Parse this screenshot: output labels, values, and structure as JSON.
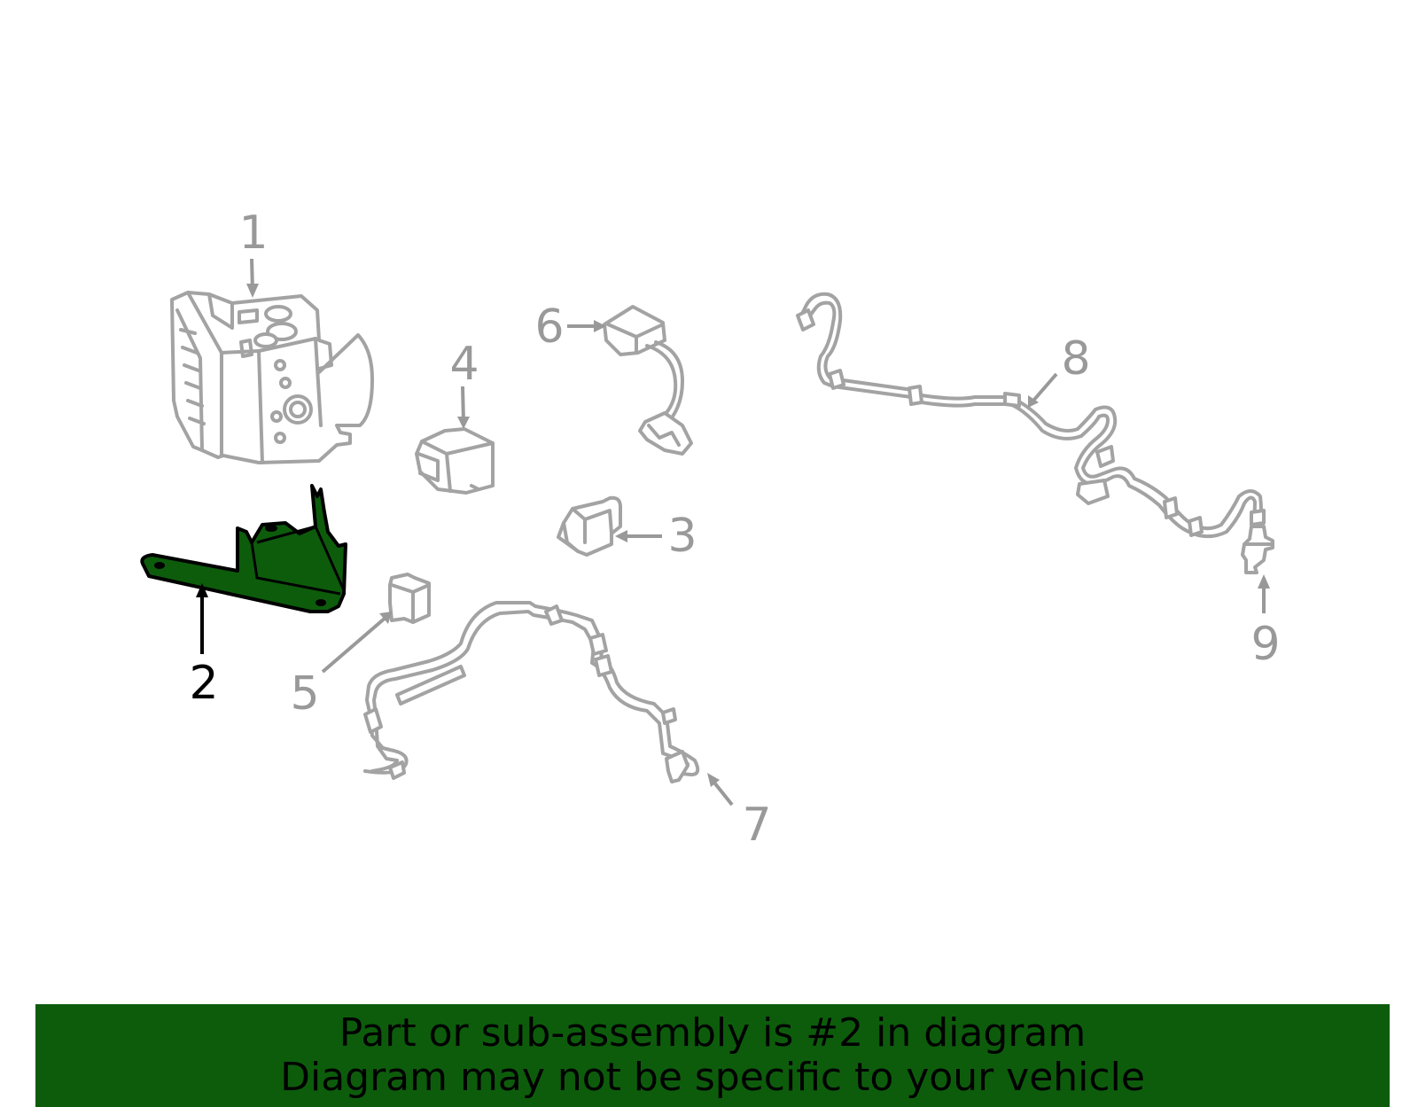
{
  "callouts": [
    {
      "id": "1",
      "label": "1",
      "highlighted": false
    },
    {
      "id": "2",
      "label": "2",
      "highlighted": true
    },
    {
      "id": "3",
      "label": "3",
      "highlighted": false
    },
    {
      "id": "4",
      "label": "4",
      "highlighted": false
    },
    {
      "id": "5",
      "label": "5",
      "highlighted": false
    },
    {
      "id": "6",
      "label": "6",
      "highlighted": false
    },
    {
      "id": "7",
      "label": "7",
      "highlighted": false
    },
    {
      "id": "8",
      "label": "8",
      "highlighted": false
    },
    {
      "id": "9",
      "label": "9",
      "highlighted": false
    }
  ],
  "banner": {
    "line1": "Part or sub-assembly is #2 in diagram",
    "line2": "Diagram may not be specific to your vehicle"
  },
  "colors": {
    "highlight_fill": "#0d5c0c",
    "part_stroke": "#a3a3a3",
    "callout_text": "#999999",
    "active_text": "#000000",
    "banner_bg": "#0d5c0c"
  }
}
